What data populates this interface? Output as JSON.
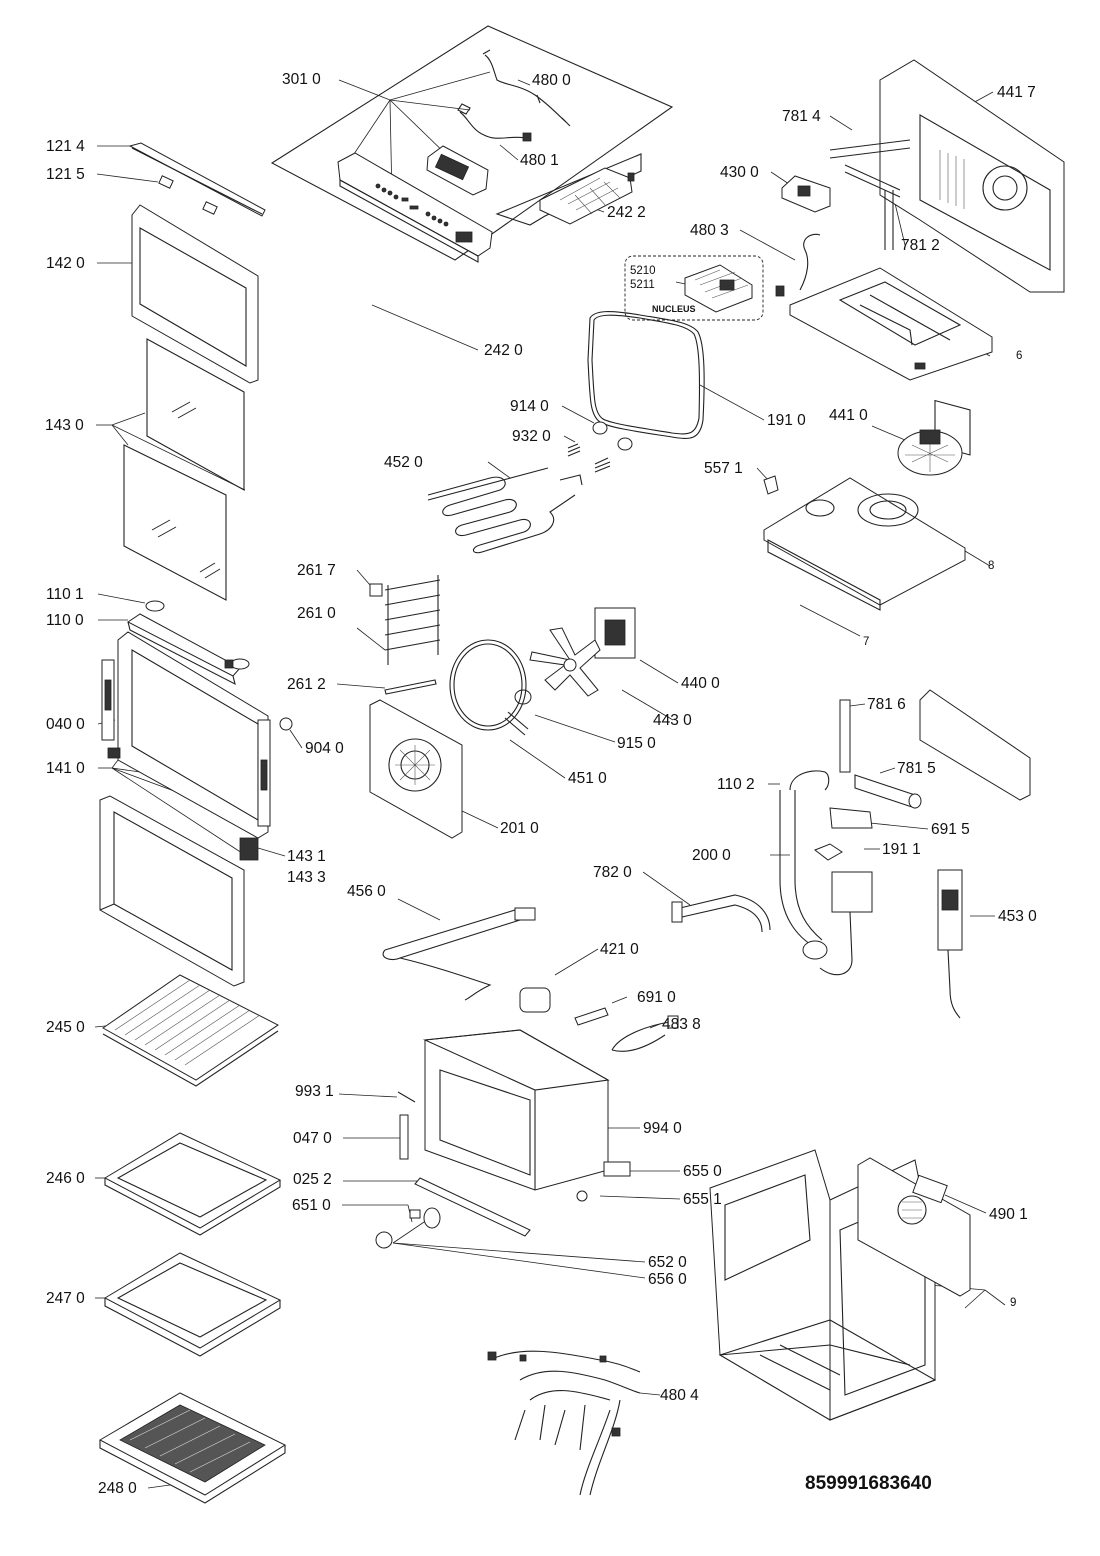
{
  "part_labels": {
    "p3010": "301 0",
    "p4800": "480 0",
    "p4801": "480 1",
    "p2422": "242 2",
    "p2420": "242 0",
    "p1214": "121 4",
    "p1215": "121 5",
    "p1420": "142 0",
    "p1430": "143 0",
    "p1101": "110 1",
    "p1100": "110 0",
    "p0400": "040 0",
    "p1410": "141 0",
    "p9040": "904 0",
    "p1431": "143 1",
    "p1433": "143 3",
    "p4417": "441 7",
    "p7814": "781 4",
    "p4300": "430 0",
    "p7812": "781 2",
    "p4803": "480 3",
    "p5210": "5210",
    "p5211": "5211",
    "nucleus": "NUCLEUS",
    "p6": "6",
    "p9140": "914 0",
    "p9320": "932 0",
    "p1910": "191 0",
    "p4410": "441 0",
    "p4520": "452 0",
    "p5571": "557 1",
    "p8": "8",
    "p7": "7",
    "p2617": "261 7",
    "p2610": "261 0",
    "p2612": "261 2",
    "p4400": "440 0",
    "p4430": "443 0",
    "p9150": "915 0",
    "p4510": "451 0",
    "p2010": "201 0",
    "p7816": "781 6",
    "p7815": "781 5",
    "p1102": "110 2",
    "p6915": "691 5",
    "p2000": "200 0",
    "p1911": "191 1",
    "p7820": "782 0",
    "p4530": "453 0",
    "p4560": "456 0",
    "p4210": "421 0",
    "p6910": "691 0",
    "p4838": "483 8",
    "p2450": "245 0",
    "p9931": "993 1",
    "p0470": "047 0",
    "p9940": "994 0",
    "p2460": "246 0",
    "p0252": "025 2",
    "p6550": "655 0",
    "p6551": "655 1",
    "p6510": "651 0",
    "p4901": "490 1",
    "p6520": "652 0",
    "p6560": "656 0",
    "p9": "9",
    "p2470": "247 0",
    "p4804": "480 4",
    "p2480": "248 0"
  },
  "document_code": "859991683640"
}
